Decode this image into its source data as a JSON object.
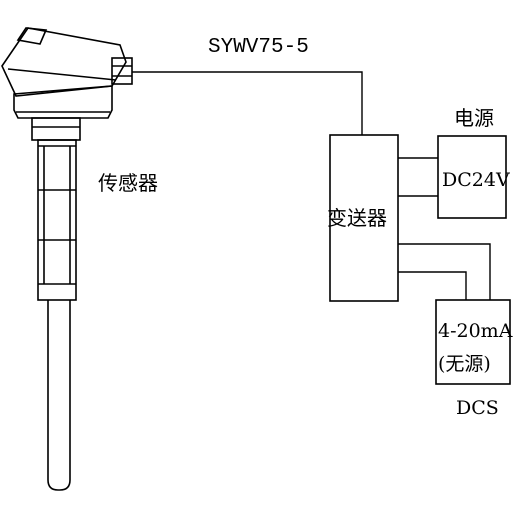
{
  "diagram": {
    "cable_label": "SYWV75-5",
    "sensor_label": "传感器",
    "transmitter_label": "变送器",
    "power_source_label": "电源",
    "power_box_label": "DC24V",
    "signal_box_line1": "4-20mA",
    "signal_box_line2": "(无源)",
    "dcs_label": "DCS"
  }
}
